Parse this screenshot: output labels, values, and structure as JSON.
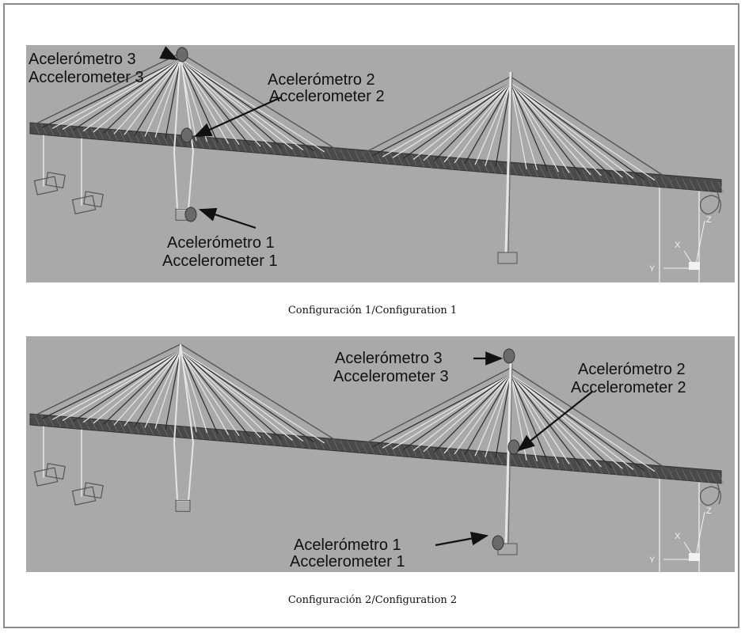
{
  "figure": {
    "panels": [
      {
        "caption": "Configuración 1/Configuration 1",
        "labels": {
          "acc3_es": "Acelerómetro 3",
          "acc3_en": "Accelerometer 3",
          "acc2_es": "Acelerómetro 2",
          "acc2_en": "Accelerometer 2",
          "acc1_es": "Acelerómetro 1",
          "acc1_en": "Accelerometer 1"
        },
        "axis": {
          "x": "X",
          "y": "Y",
          "z": "Z"
        }
      },
      {
        "caption": "Configuración 2/Configuration 2",
        "labels": {
          "acc3_es": "Acelerómetro 3",
          "acc3_en": "Accelerometer 3",
          "acc2_es": "Acelerómetro 2",
          "acc2_en": "Accelerometer 2",
          "acc1_es": "Acelerómetro 1",
          "acc1_en": "Accelerometer 1"
        },
        "axis": {
          "x": "X",
          "y": "Y",
          "z": "Z"
        }
      }
    ]
  },
  "colors": {
    "background": "#a9a9a9",
    "deck": "#4a4a4a",
    "cable_light": "#e8e8e8",
    "cable_dark": "#2a2a2a",
    "sensor": "#6a6a6a"
  }
}
